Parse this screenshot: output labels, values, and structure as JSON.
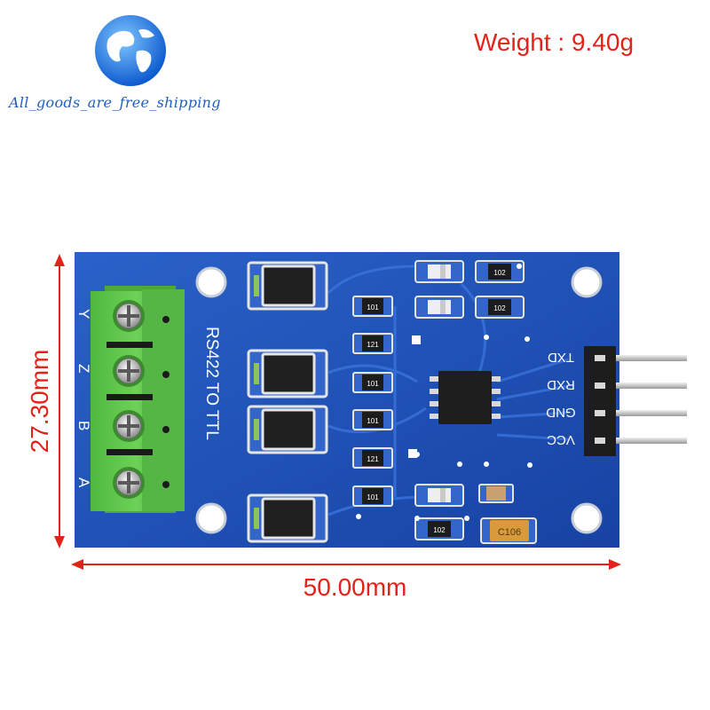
{
  "shop": {
    "name": "All_goods_are_free_shipping",
    "logo_icon": "globe-icon"
  },
  "product": {
    "weight_text": "Weight : 9.40g",
    "height_dimension": "27.30mm",
    "width_dimension": "50.00mm"
  },
  "board": {
    "silkscreen_title": "RS422 TO TTL",
    "terminal_labels": [
      "Y",
      "Z",
      "B",
      "A"
    ],
    "header_pins": [
      "TXD",
      "RXD",
      "GND",
      "VCC"
    ],
    "component_codes": {
      "resistor": "101",
      "resistor_alt": "121",
      "led_resistor": "102",
      "capacitor": "C106"
    }
  },
  "colors": {
    "accent_red": "#e2231a",
    "pcb_blue": "#1b4fb8",
    "terminal_green": "#5cc24a",
    "logo_blue": "#1f5fbf"
  }
}
